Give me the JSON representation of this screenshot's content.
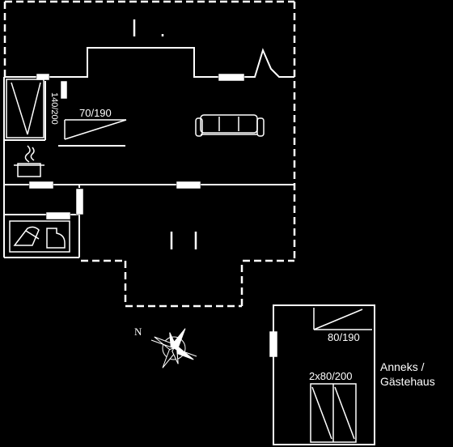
{
  "labels": {
    "bed_140": "140/200",
    "bed_70": "70/190",
    "bed_80": "80/190",
    "bed_2x80": "2x80/200",
    "annex_line1": "Anneks /",
    "annex_line2": "Gästehaus",
    "north": "N"
  },
  "colors": {
    "background": "#000000",
    "lines": "#ffffff"
  }
}
